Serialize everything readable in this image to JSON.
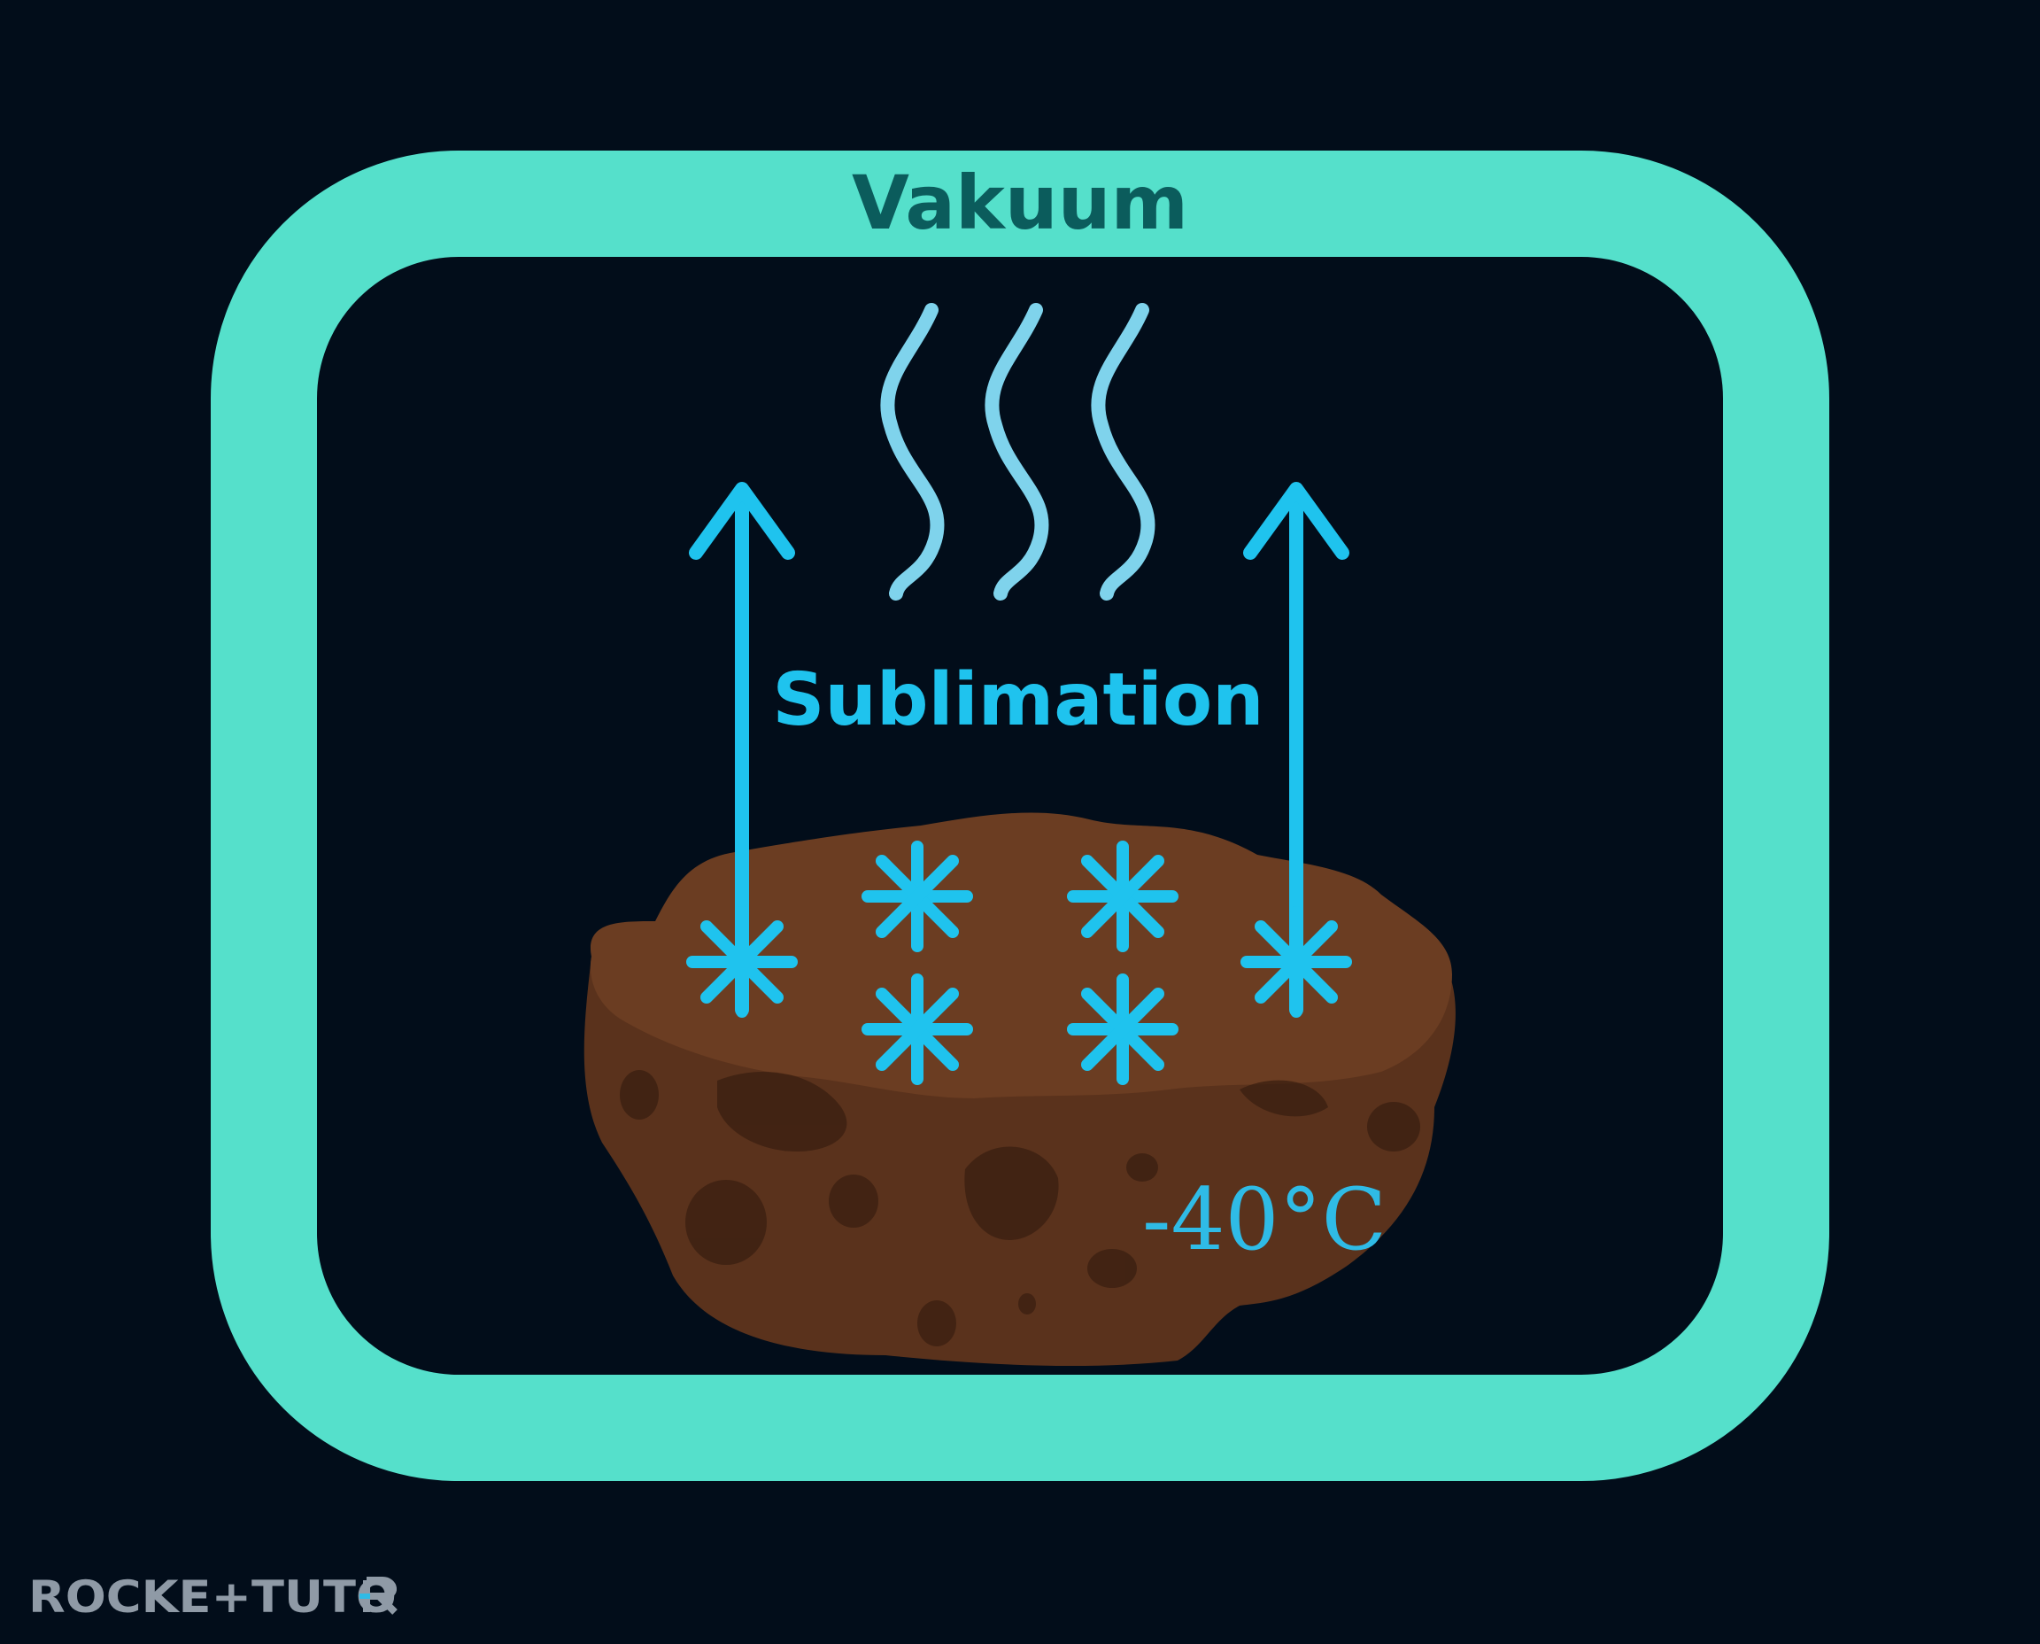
{
  "diagram": {
    "chamber_label": "Vakuum",
    "process_label": "Sublimation",
    "temperature_label": "-40°C"
  },
  "logo": {
    "text": "ROCKETUTOR"
  },
  "colors": {
    "background": "#020d1a",
    "chamber_frame": "#55e0cb",
    "chamber_label": "#0b5c5c",
    "ice_and_arrows": "#1fc3ee",
    "vapor": "#7fd3ec",
    "food_top": "#6b3d22",
    "food_side": "#5a321c",
    "food_pores": "#3a1f10"
  }
}
